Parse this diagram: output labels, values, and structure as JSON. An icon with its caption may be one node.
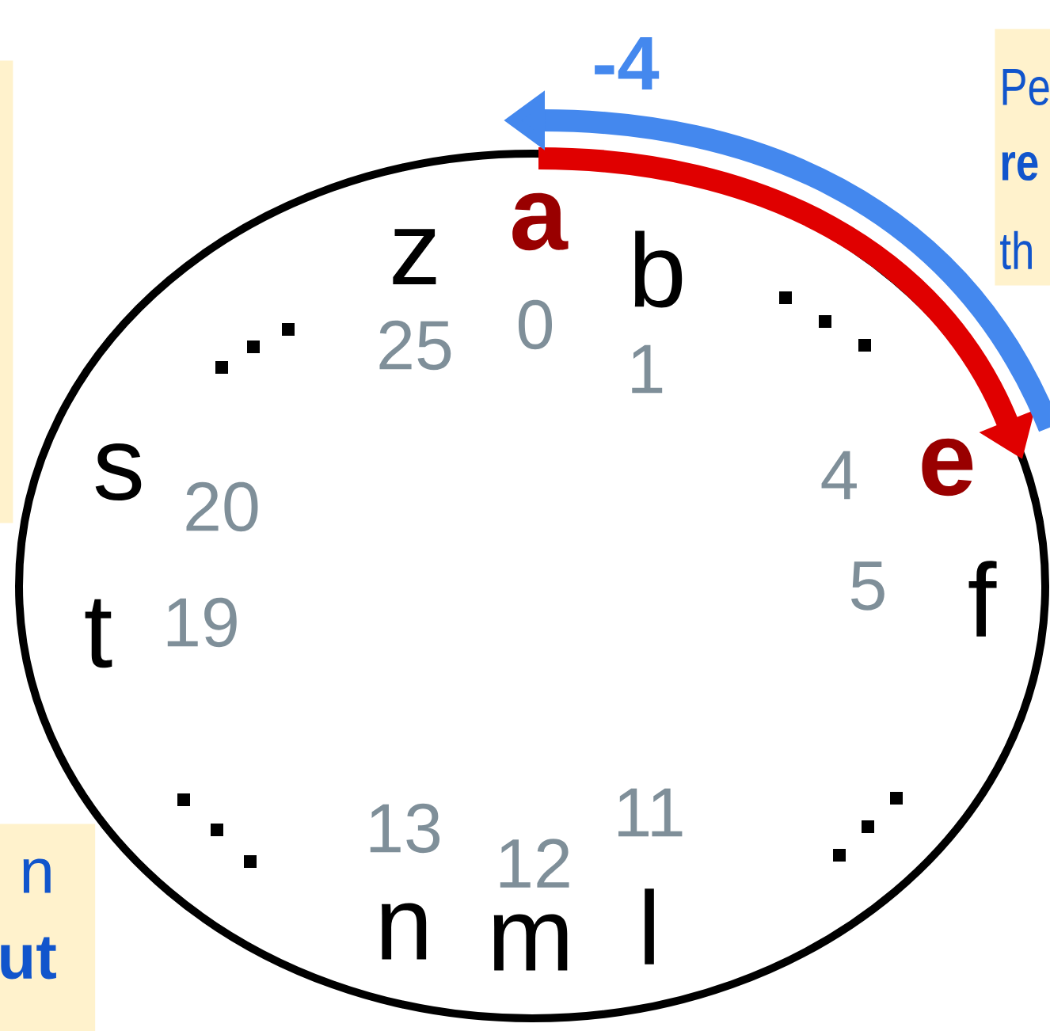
{
  "diagram": {
    "nodes": [
      {
        "text": [
          "Pe",
          "re",
          "th"
        ]
      },
      {
        "text": [],
        "shape": "box"
      },
      {
        "text": [
          "a"
        ]
      },
      {
        "text": [
          "e"
        ]
      },
      {
        "text": [
          "n",
          "ut"
        ]
      }
    ],
    "edges": [
      {
        "from": 2,
        "to": 3,
        "arrow": "to",
        "color": "#e00000"
      },
      {
        "from": 3,
        "to": 2,
        "arrow": "to",
        "color": "#4488ee",
        "label": "-4"
      }
    ],
    "labels": [
      "z",
      "25",
      "0",
      "b",
      "1",
      "s",
      "20",
      "4",
      "t",
      "19",
      "5",
      "f",
      "13",
      "11",
      "12",
      "n",
      "m",
      "l"
    ]
  }
}
